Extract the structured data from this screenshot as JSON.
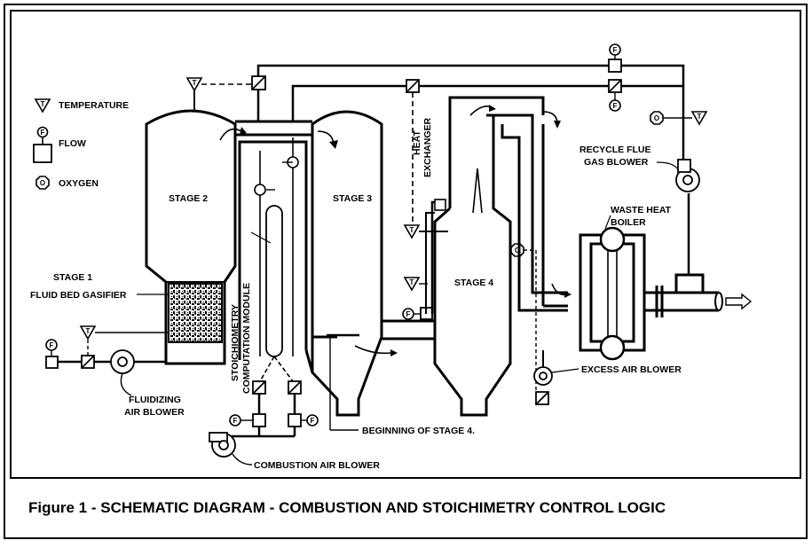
{
  "legend": {
    "temperature": "TEMPERATURE",
    "flow": "FLOW",
    "oxygen": "OXYGEN"
  },
  "symbols": {
    "flow_letter": "F",
    "oxygen_letter": "O"
  },
  "labels": {
    "stage1": "STAGE 1",
    "fluid_bed_gasifier": "FLUID BED GASIFIER",
    "stage2": "STAGE 2",
    "stage3": "STAGE 3",
    "stage4": "STAGE 4",
    "heat_exchanger_line1": "HEAT",
    "heat_exchanger_line2": "EXCHANGER",
    "stoich_line1": "STOICHIOMETRY",
    "stoich_line2": "COMPUTATION MODULE",
    "recycle_line1": "RECYCLE FLUE",
    "recycle_line2": "GAS BLOWER",
    "waste_heat_line1": "WASTE HEAT",
    "waste_heat_line2": "BOILER",
    "fluidizing_line1": "FLUIDIZING",
    "fluidizing_line2": "AIR BLOWER",
    "excess_air_blower": "EXCESS AIR BLOWER",
    "beginning_stage4": "BEGINNING OF STAGE 4.",
    "combustion_air_blower": "COMBUSTION AIR BLOWER"
  },
  "caption": "Figure 1 - SCHEMATIC DIAGRAM - COMBUSTION AND STOICHIMETRY CONTROL LOGIC"
}
